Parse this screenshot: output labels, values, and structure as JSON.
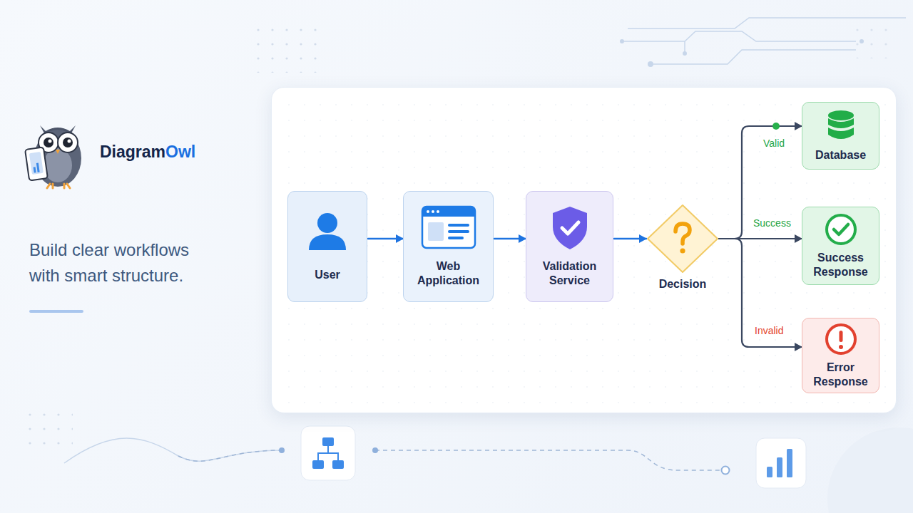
{
  "diagram": {
    "nodes": [
      {
        "text": [
          "User"
        ]
      },
      {
        "text": [
          "Web Application"
        ]
      },
      {
        "text": [
          "Validation Service"
        ]
      },
      {
        "text": [
          "Decision"
        ]
      },
      {
        "text": [
          "Database"
        ]
      },
      {
        "text": [
          "Success Response"
        ]
      },
      {
        "text": [
          "Error Response"
        ]
      }
    ],
    "edges": [
      {
        "from": 0,
        "to": 1,
        "arrow": "to"
      },
      {
        "from": 1,
        "to": 2,
        "arrow": "to"
      },
      {
        "from": 2,
        "to": 3,
        "arrow": "to"
      },
      {
        "from": 3,
        "to": 4,
        "label": "Valid",
        "arrow": "to"
      },
      {
        "from": 3,
        "to": 5,
        "label": "Success",
        "arrow": "to"
      },
      {
        "from": 3,
        "to": 6,
        "label": "Invalid",
        "arrow": "to"
      }
    ],
    "labels": [
      "Diagram",
      "Owl",
      "Build clear workflows with smart structure."
    ]
  }
}
